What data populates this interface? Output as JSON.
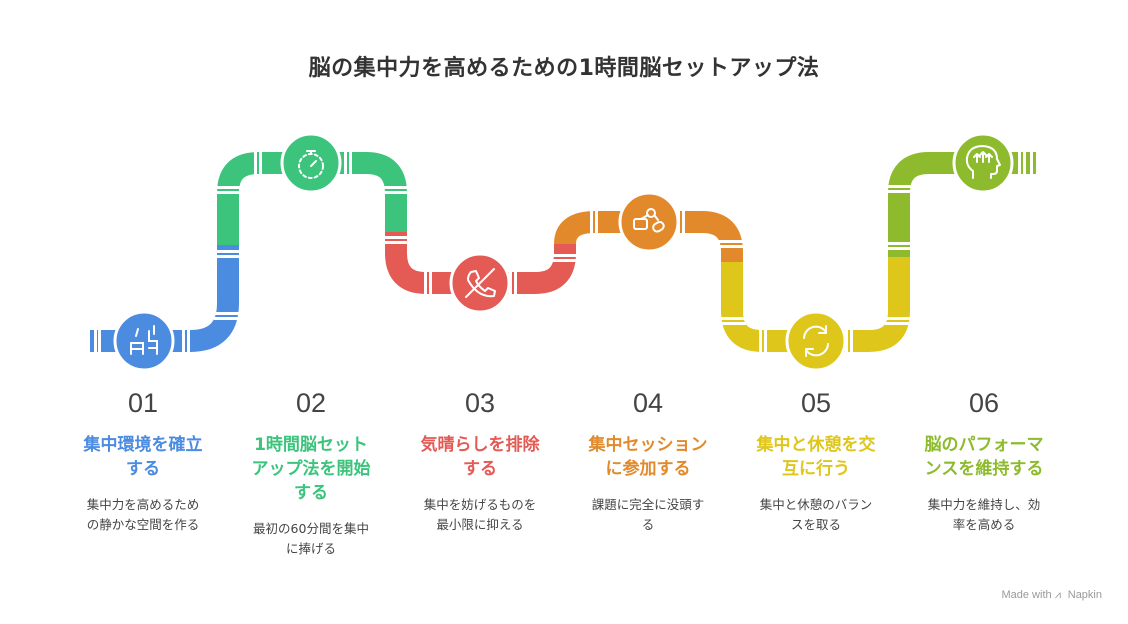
{
  "title": "脳の集中力を高めるための1時間脳セットアップ法",
  "footer": {
    "made_with": "Made with",
    "brand": "Napkin"
  },
  "colors": {
    "step1": "#4B8BE0",
    "step2": "#3CC47C",
    "step3": "#E45A55",
    "step4": "#E28A2B",
    "step5": "#DFC61A",
    "step6": "#8DBB2D"
  },
  "steps": [
    {
      "number": "01",
      "heading": "集中環境を確立する",
      "heading_lines": [
        "集中環境を確立",
        "する"
      ],
      "desc_lines": [
        "集中力を高めるため",
        "の静かな空間を作る"
      ],
      "icon": "desk-chair-icon"
    },
    {
      "number": "02",
      "heading": "1時間脳セットアップ法を開始する",
      "heading_lines": [
        "1時間脳セット",
        "アップ法を開始",
        "する"
      ],
      "desc_lines": [
        "最初の60分間を集中",
        "に捧げる"
      ],
      "icon": "stopwatch-icon"
    },
    {
      "number": "03",
      "heading": "気晴らしを排除する",
      "heading_lines": [
        "気晴らしを排除",
        "する"
      ],
      "desc_lines": [
        "集中を妨げるものを",
        "最小限に抑える"
      ],
      "icon": "no-phone-icon"
    },
    {
      "number": "04",
      "heading": "集中セッションに参加する",
      "heading_lines": [
        "集中セッション",
        "に参加する"
      ],
      "desc_lines": [
        "課題に完全に没頭す",
        "る"
      ],
      "icon": "task-flow-icon"
    },
    {
      "number": "05",
      "heading": "集中と休憩を交互に行う",
      "heading_lines": [
        "集中と休憩を交",
        "互に行う"
      ],
      "desc_lines": [
        "集中と休憩のバラン",
        "スを取る"
      ],
      "icon": "cycle-arrows-icon"
    },
    {
      "number": "06",
      "heading": "脳のパフォーマンスを維持する",
      "heading_lines": [
        "脳のパフォーマ",
        "ンスを維持する"
      ],
      "desc_lines": [
        "集中力を維持し、効",
        "率を高める"
      ],
      "icon": "brain-head-icon"
    }
  ]
}
